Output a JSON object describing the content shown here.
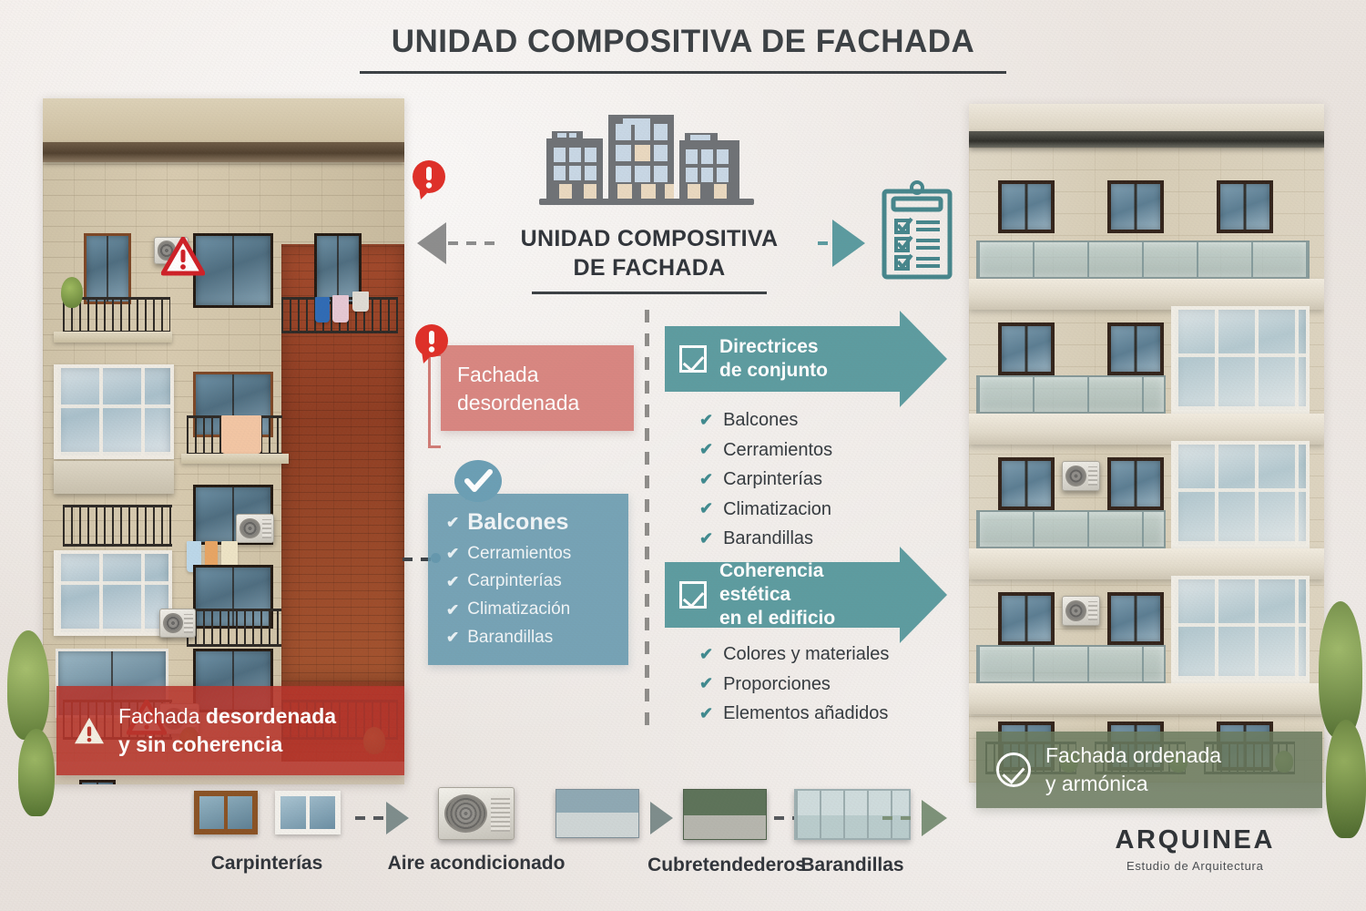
{
  "title": "UNIDAD COMPOSITIVA DE FACHADA",
  "center": {
    "building_icon": "office-building-icon",
    "clipboard_icon": "clipboard-checklist-icon",
    "label_line1": "UNIDAD COMPOSITIVA",
    "label_line2": "DE FACHADA",
    "left_arrow_icon": "arrow-left-icon",
    "right_arrow_icon": "arrow-right-icon"
  },
  "left_side": {
    "alert_badge_1": "exclamation-badge-icon",
    "alert_badge_2": "exclamation-badge-icon",
    "red_card": {
      "line1": "Fachada",
      "line2": "desordenada"
    },
    "blue_card": {
      "check_bubble_icon": "check-bubble-icon",
      "items": [
        "Balcones",
        "Cerramientos",
        "Carpinterías",
        "Climatización",
        "Barandillas"
      ]
    },
    "banner": {
      "warning_icon": "warning-triangle-icon",
      "line1_light": "Fachada ",
      "line1_bold": "desordenada",
      "line2": "y sin coherencia"
    }
  },
  "right_side": {
    "cards": [
      {
        "checkbox_icon": "checkbox-checked-icon",
        "head_line1": "Directrices",
        "head_line2": "de conjunto",
        "items": [
          "Balcones",
          "Cerramientos",
          "Carpinterías",
          "Climatizacion",
          "Barandillas"
        ]
      },
      {
        "checkbox_icon": "checkbox-checked-icon",
        "head_line1": "Coherencia estética",
        "head_line2": "en el edificio",
        "items": [
          "Colores y materiales",
          "Proporciones",
          "Elementos añadidos"
        ]
      }
    ],
    "banner": {
      "check_icon": "circle-check-icon",
      "line1": "Fachada ordenada",
      "line2": "y armónica"
    }
  },
  "bottom_strip": {
    "elements": [
      {
        "label": "Carpinterías",
        "icon": "window-frame-icon"
      },
      {
        "label": "Aire acondicionado",
        "icon": "air-conditioner-icon"
      },
      {
        "label": "Cubretendederos",
        "icon": "laundry-cover-icon"
      },
      {
        "label": "Barandillas",
        "icon": "glass-railing-icon"
      }
    ]
  },
  "logo": {
    "brand": "ARQUINEA",
    "tagline": "Estudio de Arquitectura"
  },
  "colors": {
    "background": "#efeae6",
    "title_dark": "#3b4044",
    "red_soft": "#d67e78",
    "red_strong": "#b7342b",
    "blue_steel": "#6498ae",
    "teal": "#5d9ca0",
    "green_olive": "#6a7a5e",
    "grey_arrow": "#8d8d8d"
  }
}
